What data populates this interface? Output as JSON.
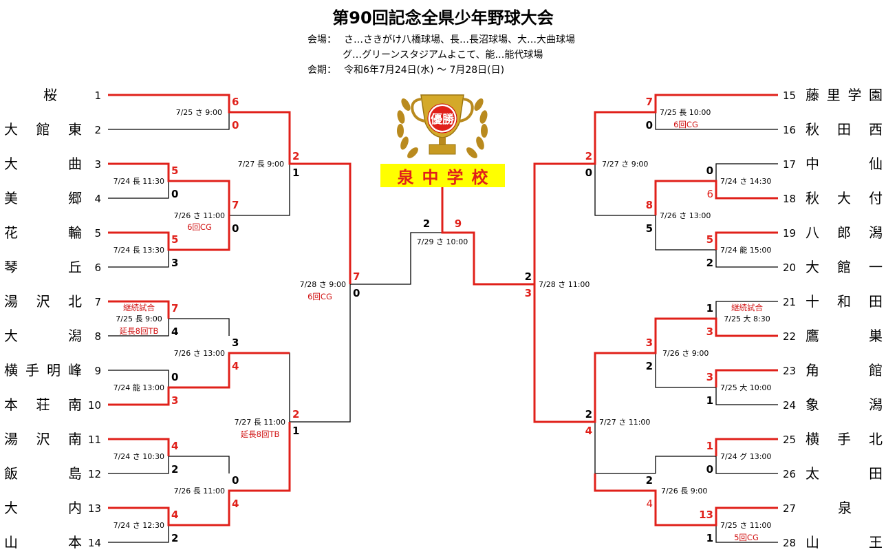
{
  "header": {
    "title": "第90回記念全県少年野球大会",
    "venue_label": "会場：",
    "venue_line1": "さ…さきがけ八橋球場、長…長沼球場、大…大曲球場",
    "venue_line2": "グ…グリーンスタジアムよこて、能…能代球場",
    "period_label": "会期：",
    "period": "令和6年7月24日(水) ～ 7月28日(日)"
  },
  "champion": {
    "trophy_label": "優勝",
    "team": "泉中学校"
  },
  "teams_left": [
    {
      "seed": "1",
      "name": "桜"
    },
    {
      "seed": "2",
      "name": "大館東"
    },
    {
      "seed": "3",
      "name": "大曲"
    },
    {
      "seed": "4",
      "name": "美郷"
    },
    {
      "seed": "5",
      "name": "花輪"
    },
    {
      "seed": "6",
      "name": "琴丘"
    },
    {
      "seed": "7",
      "name": "湯沢北"
    },
    {
      "seed": "8",
      "name": "大潟"
    },
    {
      "seed": "9",
      "name": "横手明峰"
    },
    {
      "seed": "10",
      "name": "本荘南"
    },
    {
      "seed": "11",
      "name": "湯沢南"
    },
    {
      "seed": "12",
      "name": "飯島"
    },
    {
      "seed": "13",
      "name": "大内"
    },
    {
      "seed": "14",
      "name": "山本"
    }
  ],
  "teams_right": [
    {
      "seed": "15",
      "name": "藤里学園"
    },
    {
      "seed": "16",
      "name": "秋田西"
    },
    {
      "seed": "17",
      "name": "中仙"
    },
    {
      "seed": "18",
      "name": "秋大付"
    },
    {
      "seed": "19",
      "name": "八郎潟"
    },
    {
      "seed": "20",
      "name": "大館一"
    },
    {
      "seed": "21",
      "name": "十和田"
    },
    {
      "seed": "22",
      "name": "鷹巣"
    },
    {
      "seed": "23",
      "name": "角館"
    },
    {
      "seed": "24",
      "name": "象潟"
    },
    {
      "seed": "25",
      "name": "横手北"
    },
    {
      "seed": "26",
      "name": "太田"
    },
    {
      "seed": "27",
      "name": "泉"
    },
    {
      "seed": "28",
      "name": "山王"
    }
  ],
  "matches": {
    "L1": {
      "info": "7/25 さ 9:00",
      "s1": "6",
      "s2": "0"
    },
    "L2": {
      "info": "7/24 長 11:30",
      "s1": "5",
      "s2": "0"
    },
    "L3": {
      "info": "7/24 長 13:30",
      "s1": "5",
      "s2": "3"
    },
    "L4": {
      "info": "7/25 長 9:00",
      "note1": "継続試合",
      "note2": "延長8回TB",
      "s1": "7",
      "s2": "4"
    },
    "L5": {
      "info": "7/24 能 13:00",
      "s1": "0",
      "s2": "3"
    },
    "L6": {
      "info": "7/24 さ 10:30",
      "s1": "4",
      "s2": "2"
    },
    "L7": {
      "info": "7/24 さ 12:30",
      "s1": "4",
      "s2": "2"
    },
    "L8": {
      "info": "7/26 さ 11:00",
      "note": "6回CG",
      "s1": "7",
      "s2": "0"
    },
    "L9": {
      "info": "7/26 さ 13:00",
      "s1": "3",
      "s2": "4"
    },
    "L10": {
      "info": "7/26 長 11:00",
      "s1": "0",
      "s2": "4"
    },
    "L11": {
      "info": "7/27 長 9:00",
      "s1": "2",
      "s2": "1"
    },
    "L12": {
      "info": "7/27 長 11:00",
      "note": "延長8回TB",
      "s1": "2",
      "s2": "1"
    },
    "L13": {
      "info": "7/28 さ 9:00",
      "note": "6回CG",
      "s1": "7",
      "s2": "0"
    },
    "F": {
      "info": "7/29 さ 10:00",
      "s1": "2",
      "s2": "9"
    },
    "R1": {
      "info": "7/25 長 10:00",
      "note": "6回CG",
      "s1": "7",
      "s2": "0"
    },
    "R2": {
      "info": "7/24 さ 14:30",
      "s1": "0",
      "s2": "6"
    },
    "R3": {
      "info": "7/24 能 15:00",
      "s1": "5",
      "s2": "2"
    },
    "R4": {
      "info": "7/25 大 8:30",
      "note": "継続試合",
      "s1": "1",
      "s2": "3"
    },
    "R5": {
      "info": "7/25 大 10:00",
      "s1": "3",
      "s2": "1"
    },
    "R6": {
      "info": "7/24 グ 13:00",
      "s1": "1",
      "s2": "0"
    },
    "R7": {
      "info": "7/25 さ 11:00",
      "note": "5回CG",
      "s1": "13",
      "s2": "1"
    },
    "R8": {
      "info": "7/26 さ 13:00",
      "s1": "8",
      "s2": "5"
    },
    "R9": {
      "info": "7/26 さ 9:00",
      "s1": "3",
      "s2": "2"
    },
    "R10": {
      "info": "7/26 長 9:00",
      "s1": "2",
      "s2": "4"
    },
    "R11": {
      "info": "7/27 さ 9:00",
      "s1": "2",
      "s2": "0"
    },
    "R12": {
      "info": "7/27 さ 11:00",
      "s1": "2",
      "s2": "4"
    },
    "R13": {
      "info": "7/28 さ 11:00",
      "s1": "2",
      "s2": "3"
    }
  },
  "colors": {
    "win_line": "#e0201a",
    "line": "#000000",
    "champion_bg": "#ffff00"
  }
}
